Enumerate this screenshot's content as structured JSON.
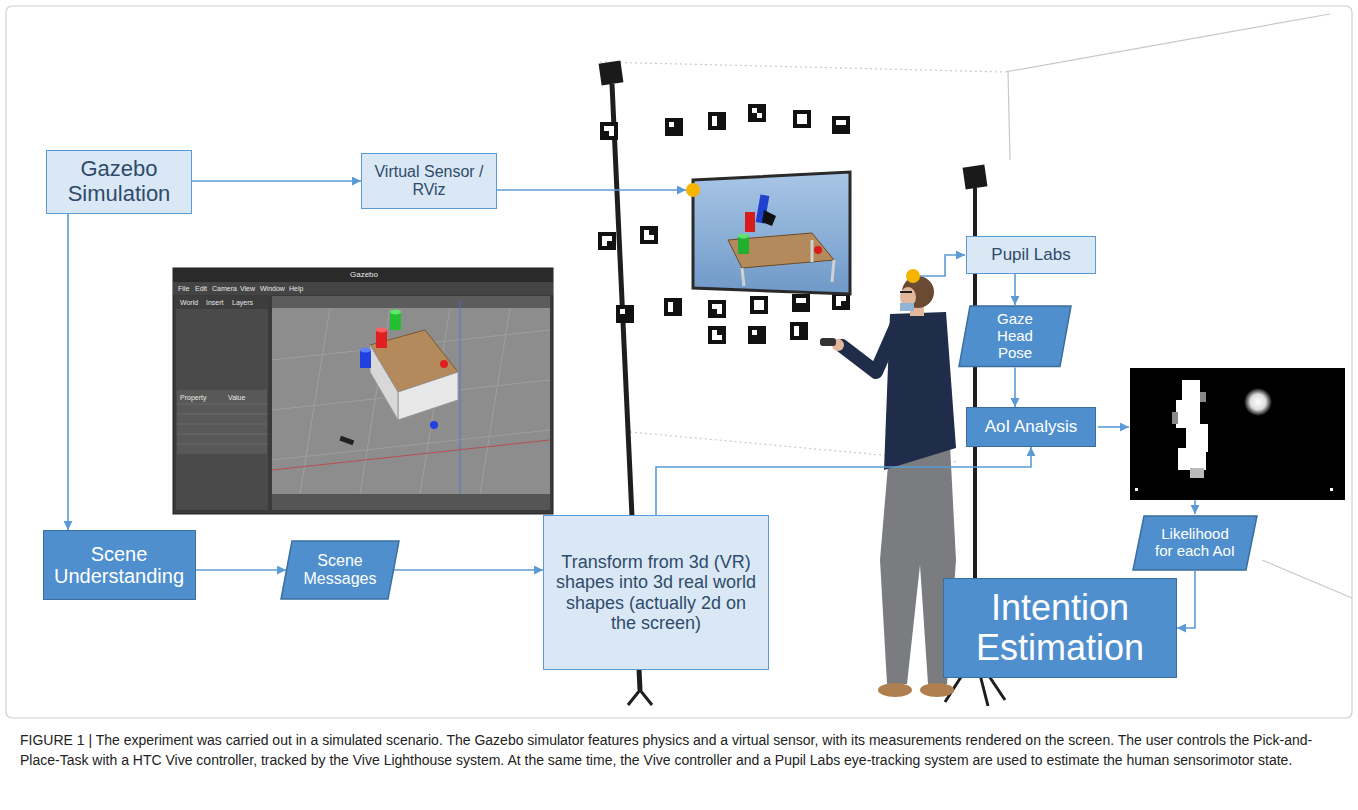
{
  "diagram": {
    "caption": "FIGURE 1 | The experiment was carried out in a simulated scenario. The Gazebo simulator features physics and a virtual sensor, with its measurements rendered on the screen. The user controls the Pick-and-Place-Task with a HTC Vive controller, tracked by the Vive Lighthouse system. At the same time, the Vive controller and a Pupil Labs eye-tracking system are used to estimate the human sensorimotor state.",
    "nodes": [
      {
        "text": [
          "Gazebo Simulation"
        ]
      },
      {
        "text": [
          "Virtual Sensor / RViz"
        ]
      },
      {
        "text": [
          "Pupil Labs"
        ]
      },
      {
        "text": [
          "Gaze Head Pose"
        ]
      },
      {
        "text": [
          "AoI Analysis"
        ]
      },
      {
        "text": [
          "Likelihood for each AoI"
        ]
      },
      {
        "text": [
          "Intention Estimation"
        ]
      },
      {
        "text": [
          "Scene Understanding"
        ]
      },
      {
        "text": [
          "Scene Messages"
        ]
      },
      {
        "text": [
          "Transform from 3d (VR) shapes into 3d real world shapes (actually 2d on the screen)"
        ]
      }
    ],
    "edges": [
      {
        "from": 0,
        "to": 1,
        "arrow": "to"
      },
      {
        "from": 0,
        "to": 7,
        "arrow": "to"
      },
      {
        "from": 2,
        "to": 3,
        "arrow": "to"
      },
      {
        "from": 3,
        "to": 4,
        "arrow": "to"
      },
      {
        "from": 9,
        "to": 4,
        "arrow": "to"
      },
      {
        "from": 5,
        "to": 6,
        "arrow": "to"
      },
      {
        "from": 7,
        "to": 8,
        "arrow": "to"
      },
      {
        "from": 8,
        "to": 9,
        "arrow": "to"
      }
    ],
    "labels": [
      "Gazebo",
      "File",
      "Edit",
      "Camera",
      "View",
      "Window",
      "Help",
      "World",
      "Insert",
      "Layers",
      "Property",
      "Value"
    ]
  }
}
